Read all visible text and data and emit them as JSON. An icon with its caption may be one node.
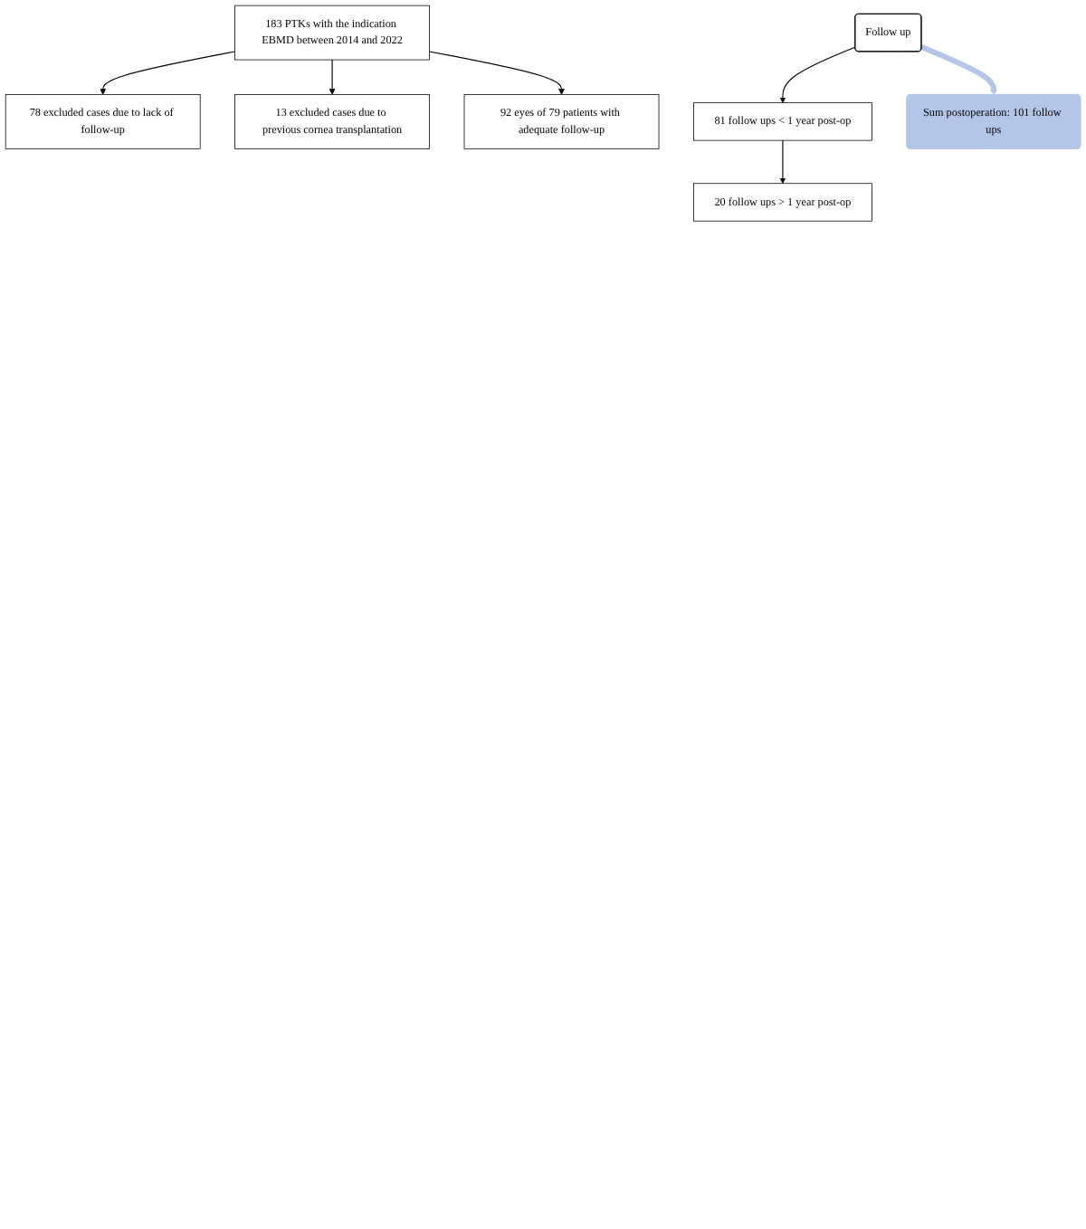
{
  "diagram": {
    "nodes": [
      {
        "text": [
          "183 PTKs with the indication EBMD between 2014 and 2022"
        ]
      },
      {
        "text": [
          "78 excluded cases due to lack of follow-up"
        ]
      },
      {
        "text": [
          "13 excluded cases due to previous cornea transplantation"
        ]
      },
      {
        "text": [
          "92 eyes of 79 patients with adequate follow-up"
        ]
      },
      {
        "text": [
          "Follow up"
        ]
      },
      {
        "text": [
          "81 follow ups < 1 year post-op"
        ]
      },
      {
        "text": [
          "20 follow ups > 1 year post-op"
        ]
      },
      {
        "text": [
          "Sum postoperation: 101 follow ups"
        ]
      }
    ],
    "edges": [
      {
        "from": 0,
        "to": 1,
        "arrow": "to"
      },
      {
        "from": 0,
        "to": 2,
        "arrow": "to"
      },
      {
        "from": 0,
        "to": 3,
        "arrow": "to"
      },
      {
        "from": 4,
        "to": 5,
        "arrow": "to"
      },
      {
        "from": 5,
        "to": 6,
        "arrow": "to"
      },
      {
        "from": 4,
        "to": 7,
        "arrow": "to",
        "style": "thick",
        "color": "#b4c6e7"
      }
    ]
  }
}
